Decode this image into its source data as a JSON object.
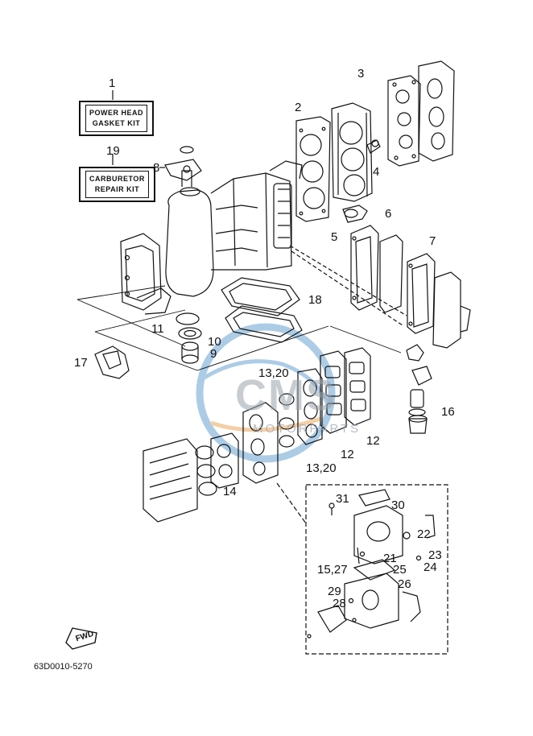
{
  "kits": [
    {
      "ref": "1",
      "lines": [
        "POWER HEAD",
        "GASKET KIT"
      ]
    },
    {
      "ref": "19",
      "lines": [
        "CARBURETOR",
        "REPAIR KIT"
      ]
    }
  ],
  "callouts": [
    "1",
    "19",
    "2",
    "3",
    "4",
    "5",
    "6",
    "7",
    "8",
    "9",
    "10",
    "11",
    "12",
    "12",
    "13,20",
    "13,20",
    "14",
    "15,27",
    "16",
    "17",
    "18",
    "21",
    "22",
    "23",
    "24",
    "25",
    "26",
    "28",
    "29",
    "30",
    "31"
  ],
  "fwd_label": "FWD",
  "drawing_code": "63D0010-5270",
  "watermark": {
    "brand": "CMS",
    "subtitle": "MOTORPARTS"
  },
  "colors": {
    "ink": "#111111",
    "watermark_blue": "#4a90c8",
    "watermark_orange": "#e8953a",
    "watermark_gray": "#9aa3ac"
  }
}
